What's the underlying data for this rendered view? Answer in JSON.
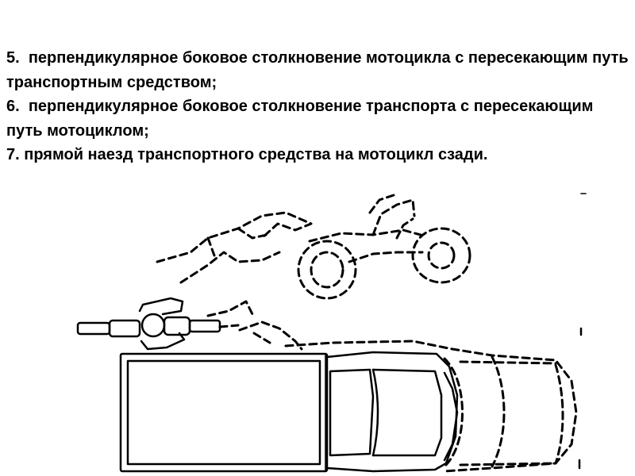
{
  "items": [
    {
      "number": "5.",
      "text": "перпендикулярное боковое столкновение мотоцикла с пересекающим путь транспортным средством;"
    },
    {
      "number": "6.",
      "text": "перпендикулярное боковое столкновение транспорта с пересекающим путь мотоциклом;"
    },
    {
      "number": "7.",
      "text": "прямой наезд транспортного средства на мотоцикл сзади."
    }
  ]
}
